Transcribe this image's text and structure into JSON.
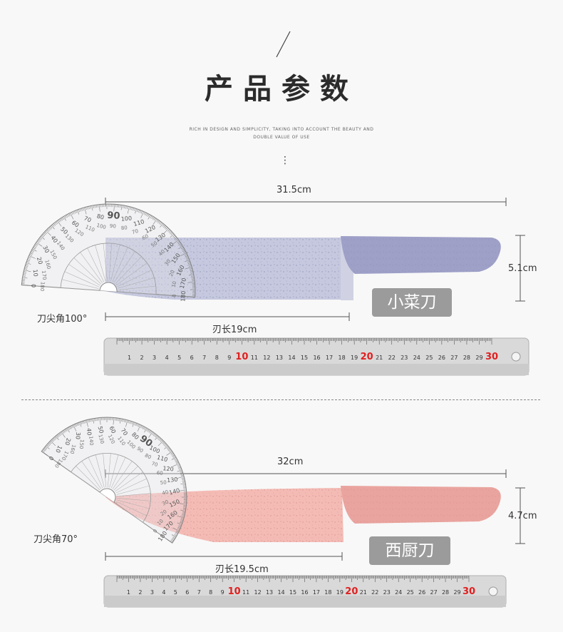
{
  "header": {
    "title": "产品参数",
    "subtitle_line1": "RICH IN DESIGN AND SIMPLICITY, TAKING INTO ACCOUNT THE BEAUTY AND",
    "subtitle_line2": "DOUBLE VALUE OF USE",
    "dots": "⋮"
  },
  "colors": {
    "knife1_blade": "#c5c8de",
    "knife1_handle": "#9ea0c8",
    "knife2_blade": "#f4bbb5",
    "knife2_handle": "#eaa49f",
    "label_bg": "#9b9b9b",
    "ruler_mark_red": "#e02020"
  },
  "knife1": {
    "total_length": "31.5cm",
    "height": "5.1cm",
    "tip_angle": "刀尖角100°",
    "blade_length": "刃长19cm",
    "name": "小菜刀",
    "tip_angle_value": 100
  },
  "knife2": {
    "total_length": "32cm",
    "height": "4.7cm",
    "tip_angle": "刀尖角70°",
    "blade_length": "刃长19.5cm",
    "name": "西厨刀",
    "tip_angle_value": 70
  },
  "ruler": {
    "numbers": [
      "1",
      "2",
      "3",
      "4",
      "5",
      "6",
      "7",
      "8",
      "9",
      "10",
      "11",
      "12",
      "13",
      "14",
      "15",
      "16",
      "17",
      "18",
      "19",
      "20",
      "21",
      "22",
      "23",
      "24",
      "25",
      "26",
      "27",
      "28",
      "29",
      "30"
    ],
    "red_numbers": [
      "10",
      "20",
      "30"
    ]
  },
  "protractor": {
    "outer_labels": [
      "0",
      "10",
      "20",
      "30",
      "40",
      "50",
      "60",
      "70",
      "80",
      "90",
      "100",
      "110",
      "120",
      "130",
      "140",
      "150",
      "160",
      "170",
      "180"
    ],
    "inner_labels": [
      "180",
      "170",
      "160",
      "150",
      "140",
      "130",
      "120",
      "110",
      "100",
      "90",
      "80",
      "70",
      "60",
      "50",
      "40",
      "30",
      "20",
      "10",
      "0"
    ]
  }
}
